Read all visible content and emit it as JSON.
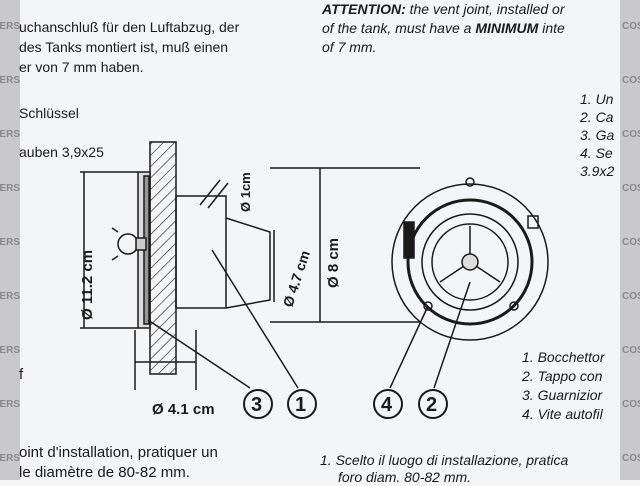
{
  "watermark_left": "DERS",
  "watermark_right": "COST",
  "german": {
    "lines": [
      "uchanschluß für den Luftabzug, der",
      "des Tanks  montiert ist, muß einen",
      "er von 7 mm haben."
    ],
    "parts": [
      "Schlüssel",
      "auben 3,9x25"
    ],
    "fragment": "f"
  },
  "english": {
    "attention_label": "ATTENTION:",
    "line1_rest": " the vent joint, installed or",
    "line2_a": "of the tank, must have a ",
    "line2_bold": "MINIMUM",
    "line2_b": " inte",
    "line3": "of 7 mm.",
    "parts": [
      "1. Un",
      "2. Ca",
      "3. Ga",
      "4. Se",
      "3.9x2"
    ]
  },
  "italian": {
    "parts": [
      "1. Bocchettor",
      "2. Tappo con",
      "3. Guarnizior",
      "4. Vite autofil"
    ],
    "step1_line1": "1. Scelto il luogo di installazione, pratica",
    "step1_line2": "foro diam. 80-82 mm."
  },
  "french": {
    "line1": "oint d'installation, pratiquer un",
    "line2": "le diamètre de 80-82 mm."
  },
  "diagram": {
    "dim_outer": "Ø 11.2 cm",
    "dim_depth": "Ø 4.1 cm",
    "dim_vent": "Ø 1cm",
    "dim_neck": "Ø 4.7 cm",
    "dim_cut": "Ø 8 cm",
    "callouts": [
      "3",
      "1",
      "4",
      "2"
    ]
  }
}
